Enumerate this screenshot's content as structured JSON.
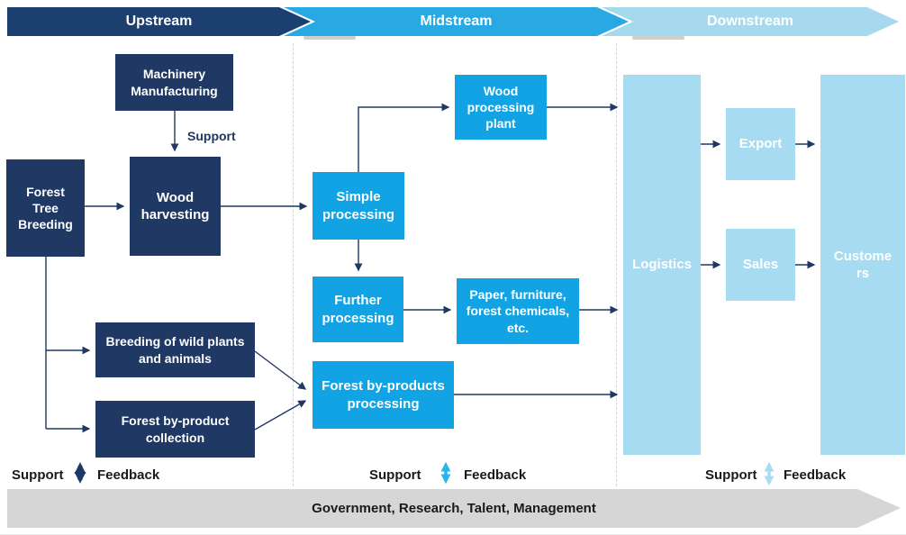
{
  "stages": [
    {
      "label": "Upstream"
    },
    {
      "label": "Midstream"
    },
    {
      "label": "Downstream"
    }
  ],
  "upstream": {
    "machinery_manufacturing": "Machinery Manufacturing",
    "machinery_support_label": "Support",
    "forest_tree_breeding": "Forest Tree Breeding",
    "wood_harvesting": "Wood harvesting",
    "breeding_of_wild": "Breeding of wild plants and animals",
    "forest_by_product_collection": "Forest by-product collection"
  },
  "midstream": {
    "wood_processing_plant": "Wood processing plant",
    "simple_processing": "Simple processing",
    "further_processing": "Further processing",
    "paper_furniture": "Paper, furniture, forest chemicals, etc.",
    "forest_by_products_processing": "Forest by-products processing"
  },
  "downstream": {
    "logistics": "Logistics",
    "export": "Export",
    "sales": "Sales",
    "customers": "Customers"
  },
  "support_feedback": {
    "support": "Support",
    "feedback": "Feedback"
  },
  "foundation": "Government, Research, Talent, Management",
  "colors": {
    "navy": "#1F3864",
    "blue": "#11A3E4",
    "light_blue": "#A6DBF2",
    "header_navy": "#1B4070",
    "header_blue": "#29A9E4",
    "header_light": "#A6D9EE",
    "cyan_arrow": "#29B5EC",
    "light_arrow": "#A8DCF0",
    "gray_bar": "#D6D6D6",
    "connector": "#1F3864"
  }
}
